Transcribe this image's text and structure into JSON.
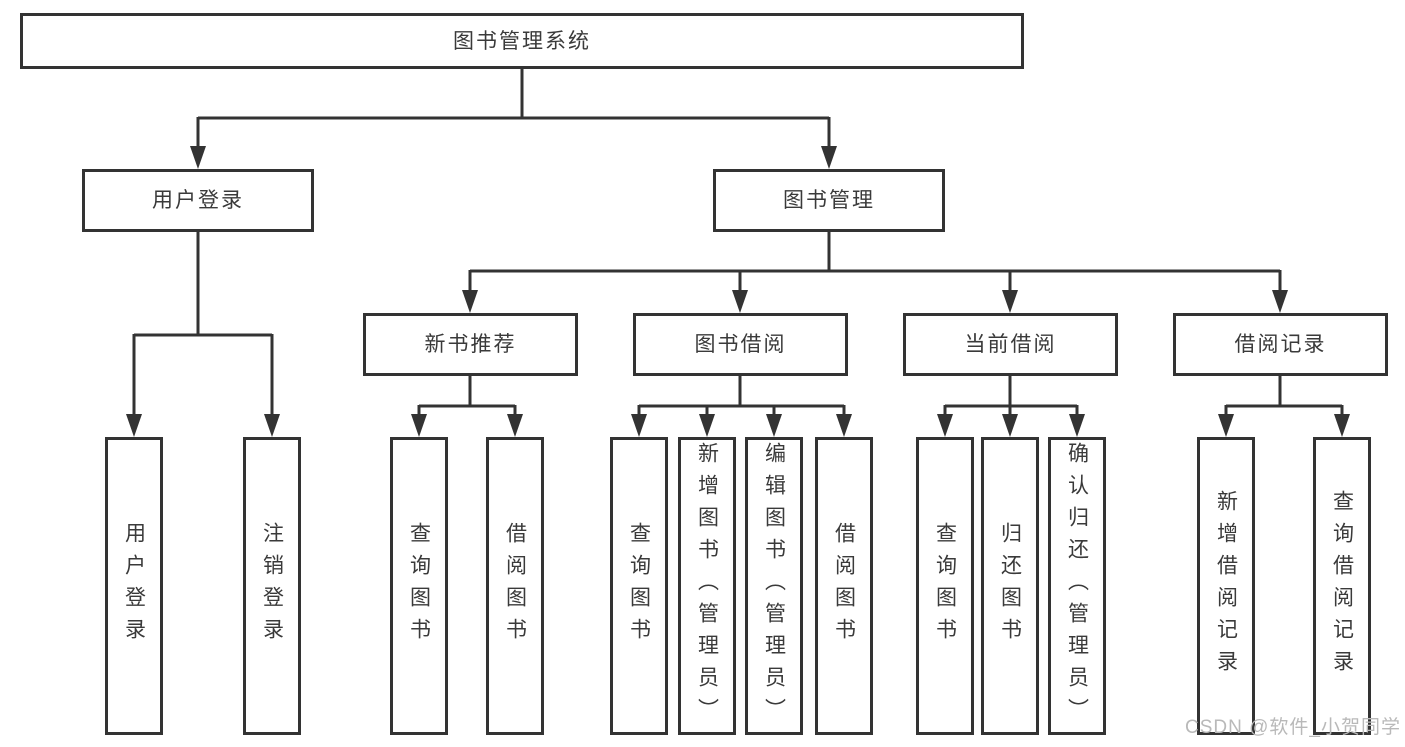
{
  "tree": {
    "label": "图书管理系统",
    "children": [
      {
        "label": "用户登录",
        "children": [
          {
            "label": "用户登录"
          },
          {
            "label": "注销登录"
          }
        ]
      },
      {
        "label": "图书管理",
        "children": [
          {
            "label": "新书推荐",
            "children": [
              {
                "label": "查询图书"
              },
              {
                "label": "借阅图书"
              }
            ]
          },
          {
            "label": "图书借阅",
            "children": [
              {
                "label": "查询图书"
              },
              {
                "label": "新增图书（管理员）"
              },
              {
                "label": "编辑图书（管理员）"
              },
              {
                "label": "借阅图书"
              }
            ]
          },
          {
            "label": "当前借阅",
            "children": [
              {
                "label": "查询图书"
              },
              {
                "label": "归还图书"
              },
              {
                "label": "确认归还（管理员）"
              }
            ]
          },
          {
            "label": "借阅记录",
            "children": [
              {
                "label": "新增借阅记录"
              },
              {
                "label": "查询借阅记录"
              }
            ]
          }
        ]
      }
    ]
  },
  "watermark": {
    "text": "CSDN @软件_小贺同学"
  },
  "colors": {
    "line": "#333333",
    "box_border": "#333333",
    "box_fill": "#ffffff",
    "text": "#3a3a3a",
    "watermark": "#b9b9b9",
    "background": "#ffffff"
  }
}
